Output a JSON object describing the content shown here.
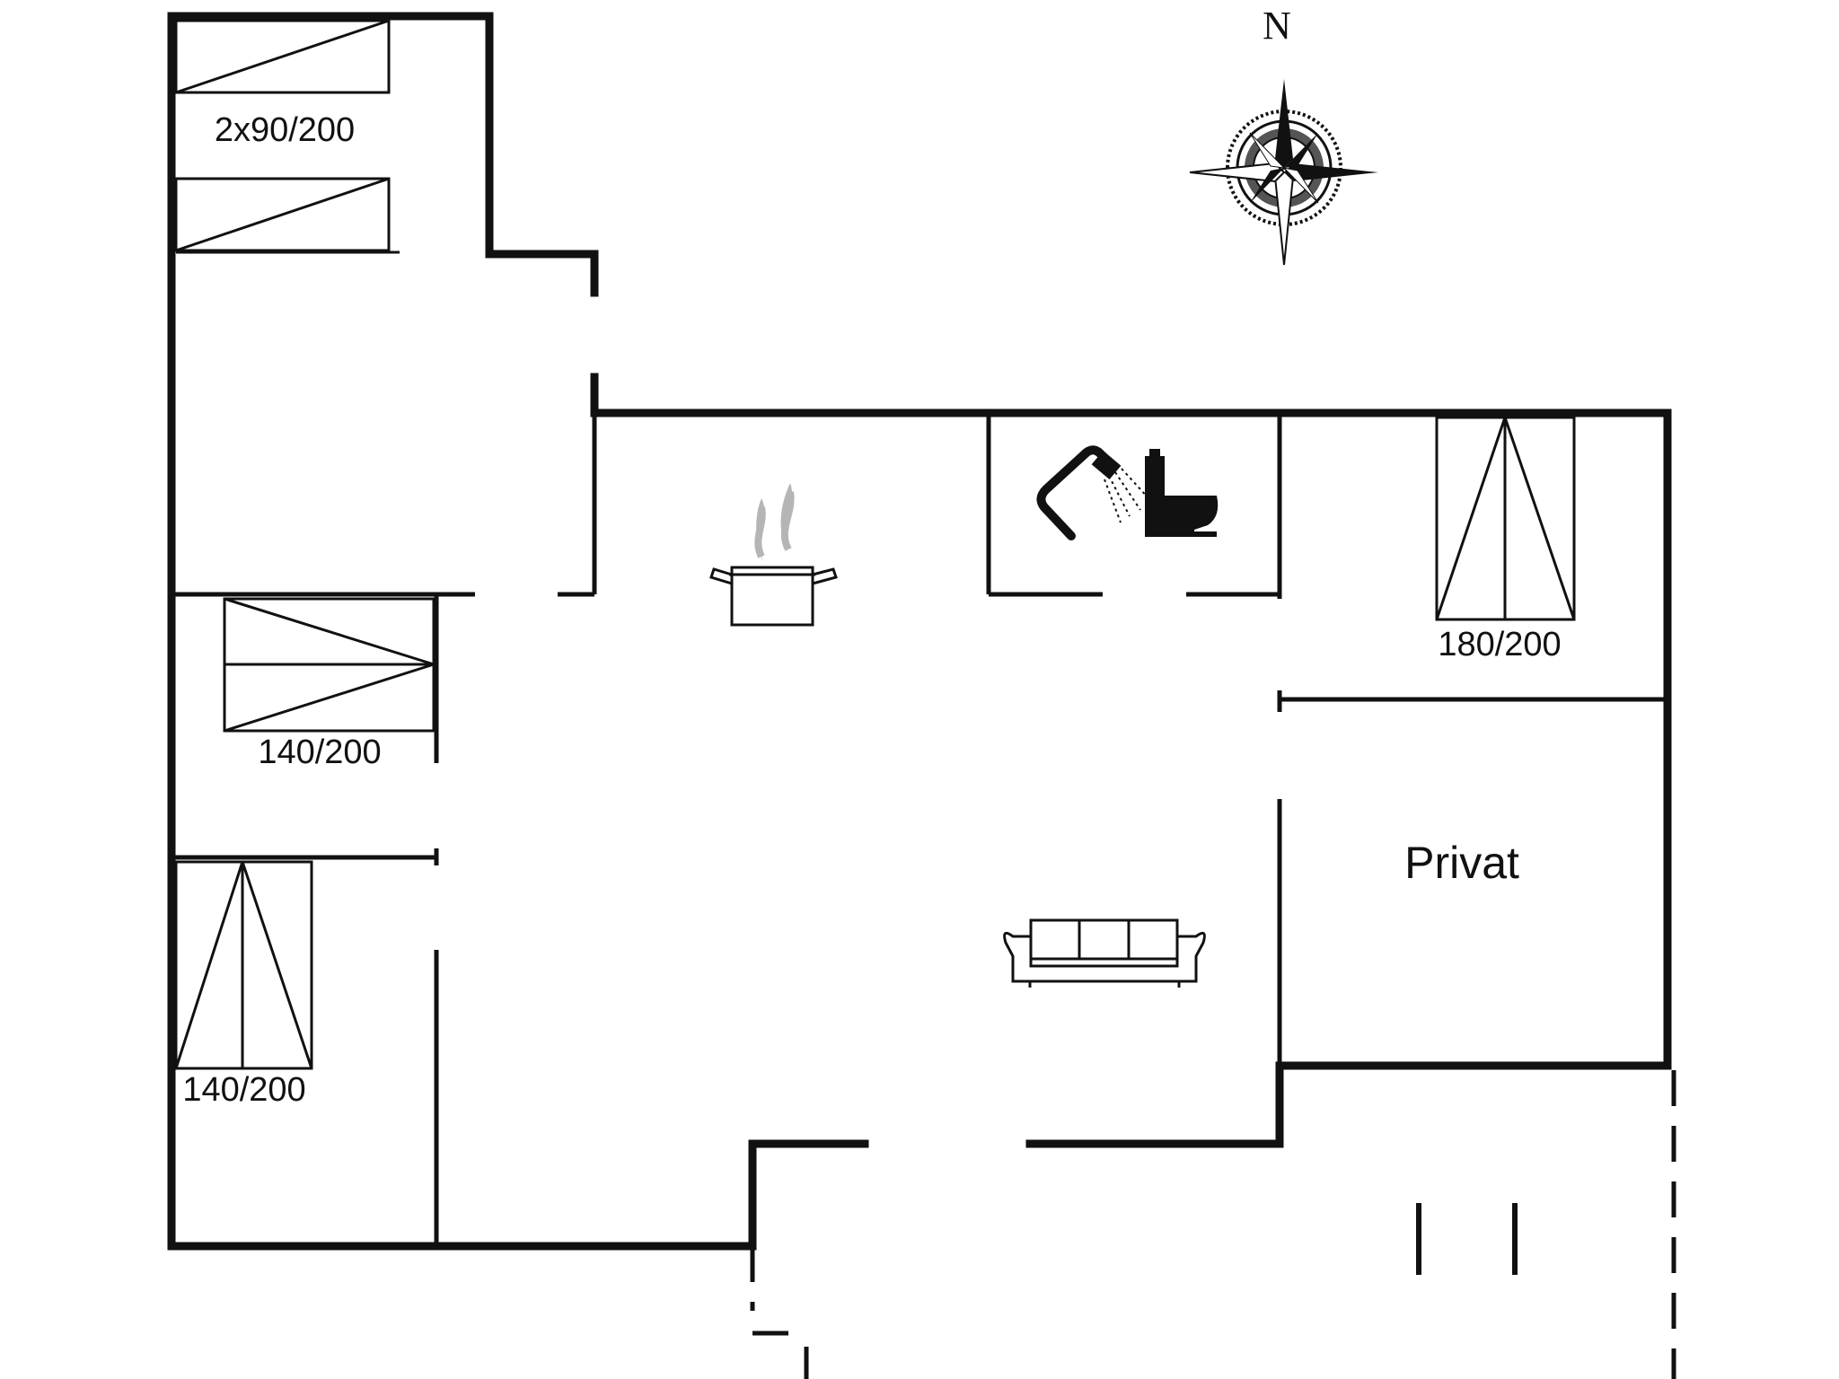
{
  "compass": {
    "north_label": "N",
    "icon": "compass-rose-icon"
  },
  "rooms": {
    "bedroom_north": {
      "bed_label": "2x90/200",
      "icon": "single-beds-icon"
    },
    "bedroom_west_middle": {
      "bed_label": "140/200",
      "icon": "double-bed-icon"
    },
    "bedroom_west_south": {
      "bed_label": "140/200",
      "icon": "double-bed-icon"
    },
    "bedroom_east": {
      "bed_label": "180/200",
      "icon": "double-bed-icon"
    },
    "private_room": {
      "label": "Privat"
    },
    "kitchen": {
      "icon": "cooking-pot-icon"
    },
    "bathroom": {
      "icons": [
        "shower-icon",
        "toilet-icon"
      ]
    },
    "living_room": {
      "icon": "sofa-icon"
    }
  },
  "colors": {
    "wall": "#111111",
    "background": "#ffffff",
    "steam": "#b5b5b5"
  }
}
